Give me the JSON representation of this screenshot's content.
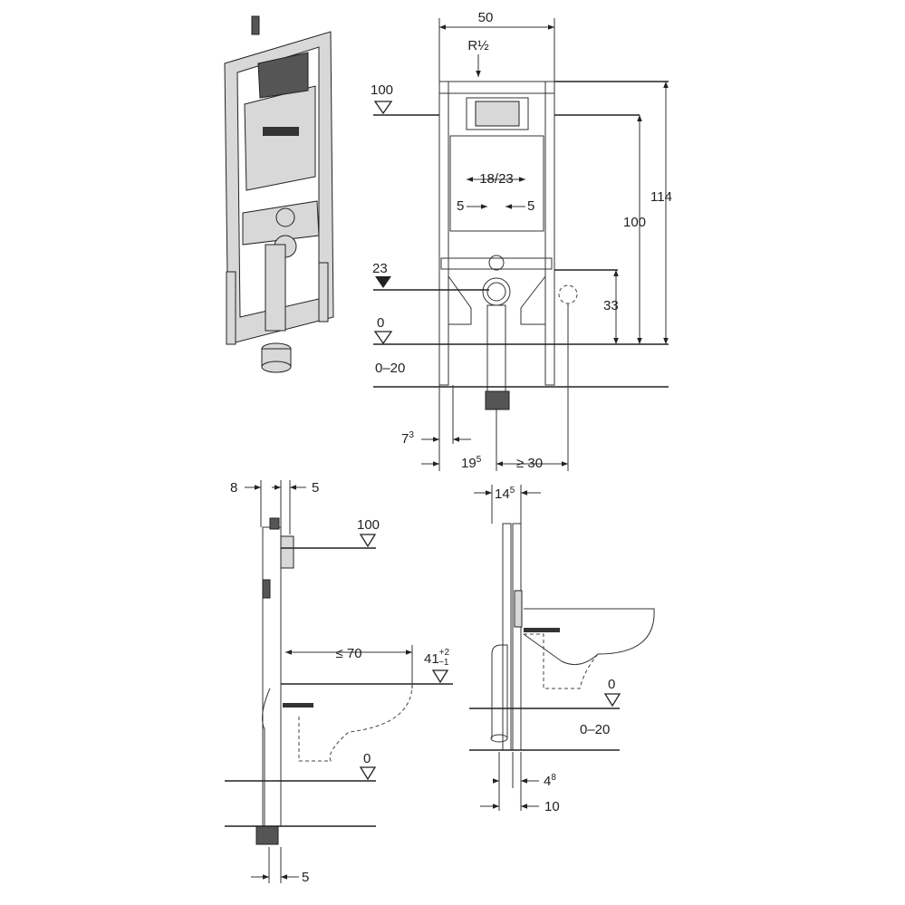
{
  "front_view": {
    "width": "50",
    "thread": "R½",
    "level_100": "100",
    "height_114": "114",
    "height_100": "100",
    "spacing": "18/23",
    "offset_left": "5",
    "offset_right": "5",
    "level_23": "23",
    "height_33": "33",
    "level_0": "0",
    "floor_range": "0–20",
    "dim_7": {
      "base": "7",
      "sup": "3"
    },
    "dim_19": {
      "base": "19",
      "sup": "5"
    },
    "dim_30": "≥ 30"
  },
  "side_view_left": {
    "dim_8": "8",
    "dim_5_top": "5",
    "level_100": "100",
    "reach": "≤ 70",
    "level_41": {
      "base": "41",
      "plus": "+2",
      "minus": "−1"
    },
    "level_0": "0",
    "dim_5_bottom": "5"
  },
  "side_view_right": {
    "dim_14": {
      "base": "14",
      "sup": "5"
    },
    "level_0": "0",
    "floor_range": "0–20",
    "dim_4": {
      "base": "4",
      "sup": "8"
    },
    "dim_10": "10"
  }
}
